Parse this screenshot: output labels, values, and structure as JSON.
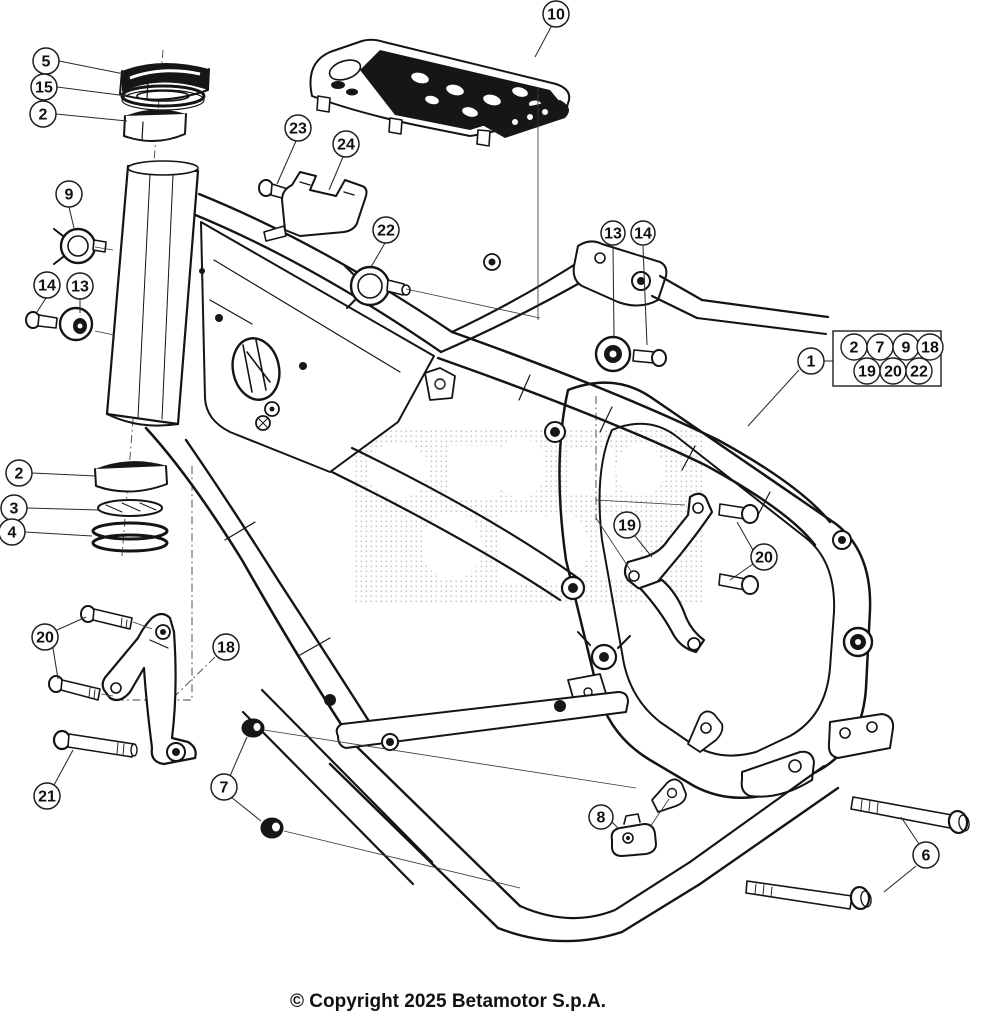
{
  "page": {
    "copyright": "© Copyright 2025 Betamotor S.p.A."
  },
  "callouts": {
    "c5": "5",
    "c15": "15",
    "c2a": "2",
    "c9": "9",
    "c14a": "14",
    "c13a": "13",
    "c10": "10",
    "c23": "23",
    "c24": "24",
    "c22": "22",
    "c13b": "13",
    "c14b": "14",
    "c1": "1",
    "c2b": "2",
    "c3": "3",
    "c4": "4",
    "c19": "19",
    "c20r": "20",
    "c20l": "20",
    "c18": "18",
    "c21": "21",
    "c7": "7",
    "c8": "8",
    "c6": "6"
  },
  "ref_box": {
    "r2": "2",
    "r7": "7",
    "r9": "9",
    "r18": "18",
    "r19": "19",
    "r20": "20",
    "r22": "22"
  }
}
